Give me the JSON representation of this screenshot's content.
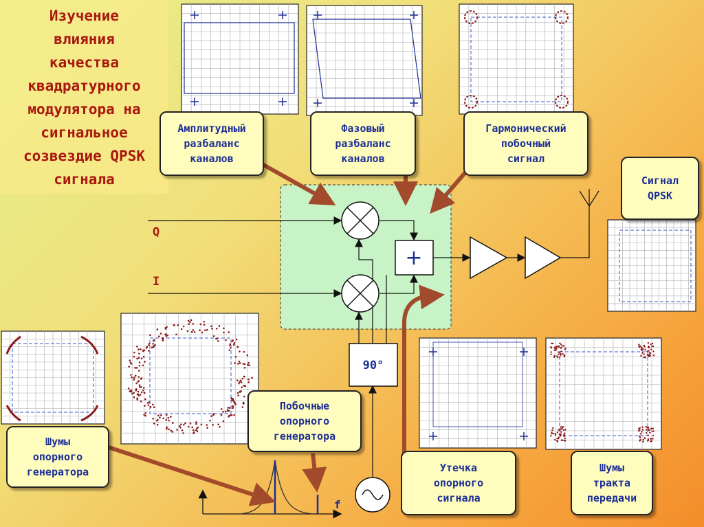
{
  "title": "Изучение\nвлияния\nкачества\nквадратурного\nмодулятора на\nсигнальное\nсозвездие QPSK\nсигнала",
  "labels": {
    "amplitude": "Амплитудный\nразбаланс\nканалов",
    "phase": "Фазовый\nразбаланс\nканалов",
    "harmonic": "Гармонический\nпобочный\nсигнал",
    "qpsk_signal": "Сигнал\nQPSK",
    "lo_noise": "Шумы\nопорного\nгенератора",
    "lo_spurs": "Побочные\nопорного\nгенератора",
    "lo_leak": "Утечка\nопорного\nсигнала",
    "tx_noise": "Шумы\nтракта\nпередачи"
  },
  "signals": {
    "q": "Q",
    "i": "I"
  },
  "blocks": {
    "phase_shifter": "90°",
    "adder": "+",
    "freq_axis": "f"
  },
  "colors": {
    "title": "#a8180f",
    "label_text": "#1c2e96",
    "modulator_bg": "#c8f3c6",
    "arrow": "#a24a2c"
  }
}
